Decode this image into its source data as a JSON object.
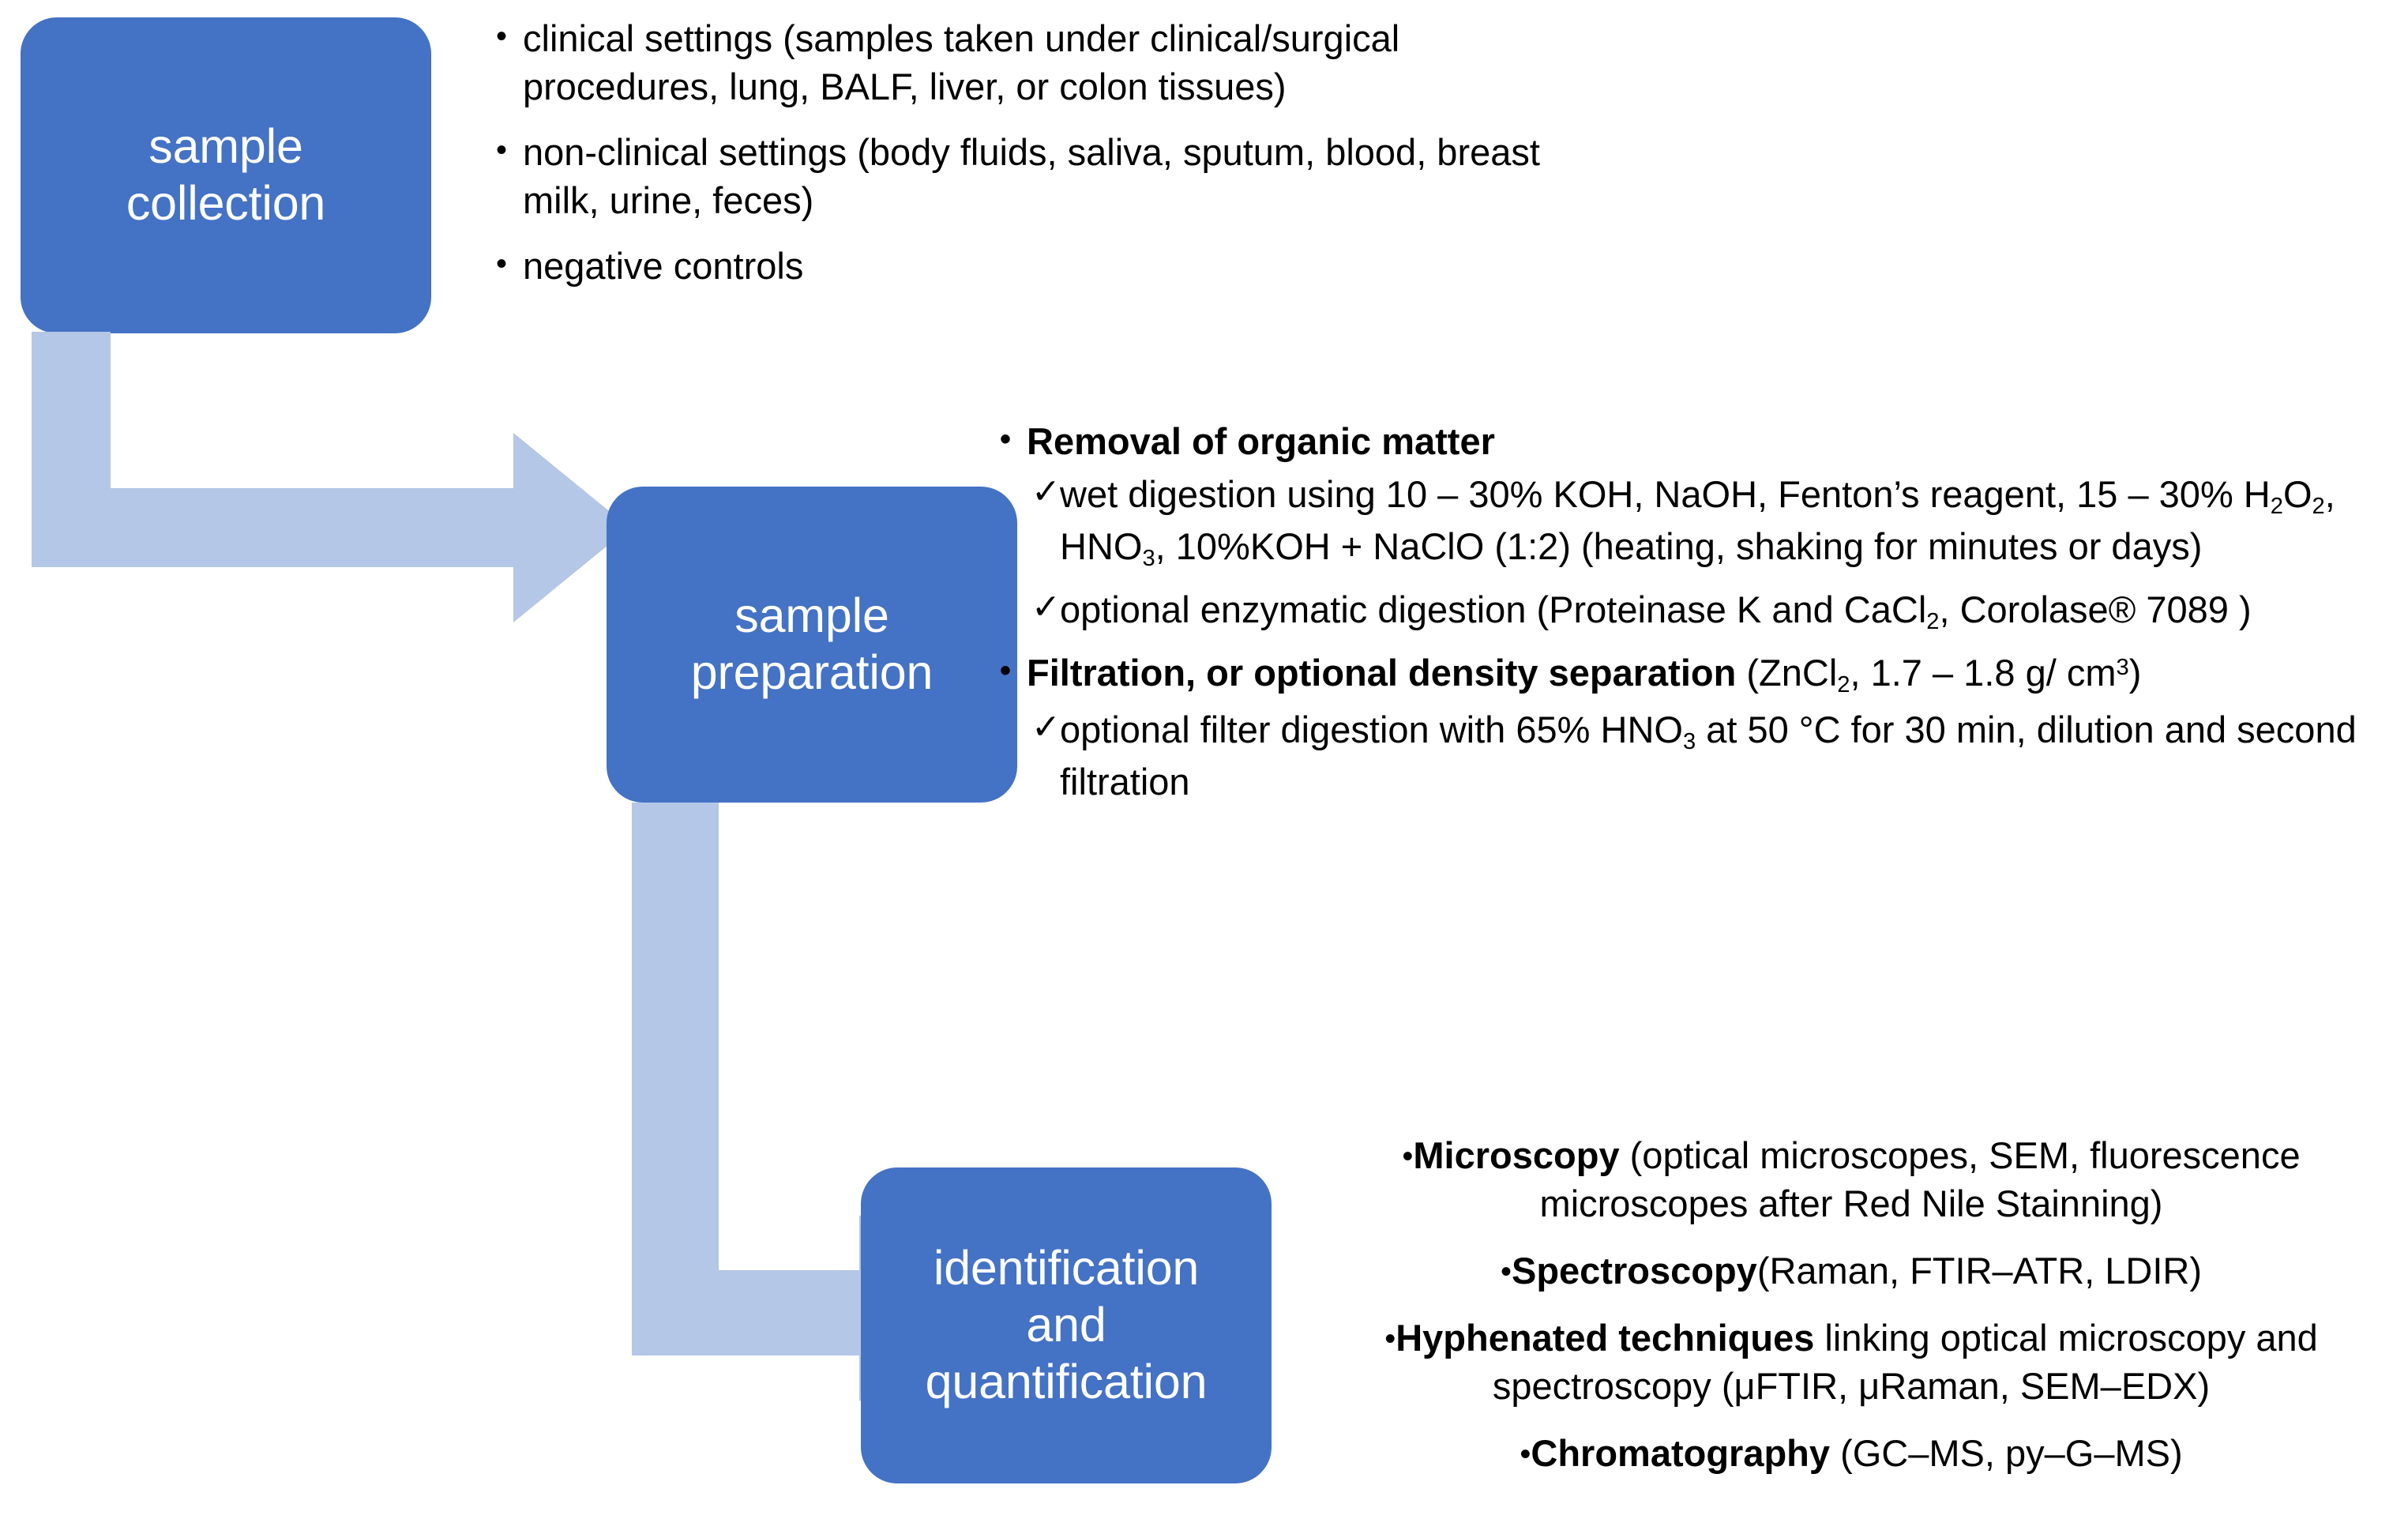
{
  "colors": {
    "box_fill": "#4472C4",
    "box_text": "#FFFFFF",
    "arrow_fill": "#B4C7E7",
    "body_text": "#000000",
    "background": "#FFFFFF"
  },
  "boxes": {
    "collection": {
      "label_line1": "sample",
      "label_line2": "collection"
    },
    "preparation": {
      "label_line1": "sample",
      "label_line2": "preparation"
    },
    "identification": {
      "label_line1": "identification",
      "label_line2": "and",
      "label_line3": "quantification"
    }
  },
  "arrows": {
    "arrow_1": {
      "name": "collection-to-preparation",
      "direction": "down-then-right"
    },
    "arrow_2": {
      "name": "preparation-to-identification",
      "direction": "down-then-right"
    }
  },
  "collection_list": {
    "bullet_glyph": "•",
    "items": [
      "clinical settings (samples taken under clinical/surgical procedures,  lung, BALF, liver, or colon tissues)",
      "non-clinical settings (body fluids, saliva, sputum, blood, breast milk, urine, feces)",
      "negative controls"
    ]
  },
  "preparation_list": {
    "bullet_glyph": "•",
    "check_glyph": "✓",
    "groups": [
      {
        "heading": "Removal of organic matter",
        "heading_bold": true,
        "heading_suffix": "",
        "sub_items": [
          "wet digestion using 10 – 30% KOH, NaOH, Fenton’s reagent, 15 – 30% H2O2, HNO3, 10%KOH + NaClO (1:2) (heating, shaking for minutes or days)",
          "optional enzymatic digestion (Proteinase K and CaCl2, Corolase® 7089 )"
        ]
      },
      {
        "heading": "Filtration, or optional density separation",
        "heading_bold": true,
        "heading_suffix": " (ZnCl2, 1.7 – 1.8 g/ cm3)",
        "sub_items": [
          "optional filter digestion with 65% HNO3 at 50 °C for 30 min, dilution and second filtration"
        ]
      }
    ]
  },
  "identification_list": {
    "bullet_glyph": "•",
    "items": [
      {
        "bold": "Microscopy",
        "rest": " (optical microscopes, SEM, fluorescence microscopes after Red Nile Stainning)"
      },
      {
        "bold": "Spectroscopy",
        "rest": "(Raman, FTIR–ATR, LDIR)"
      },
      {
        "bold": "Hyphenated techniques",
        "rest": " linking optical microscopy and spectroscopy (μFTIR, μRaman, SEM–EDX)"
      },
      {
        "bold": "Chromatography",
        "rest": " (GC–MS, py–G–MS)"
      }
    ]
  }
}
